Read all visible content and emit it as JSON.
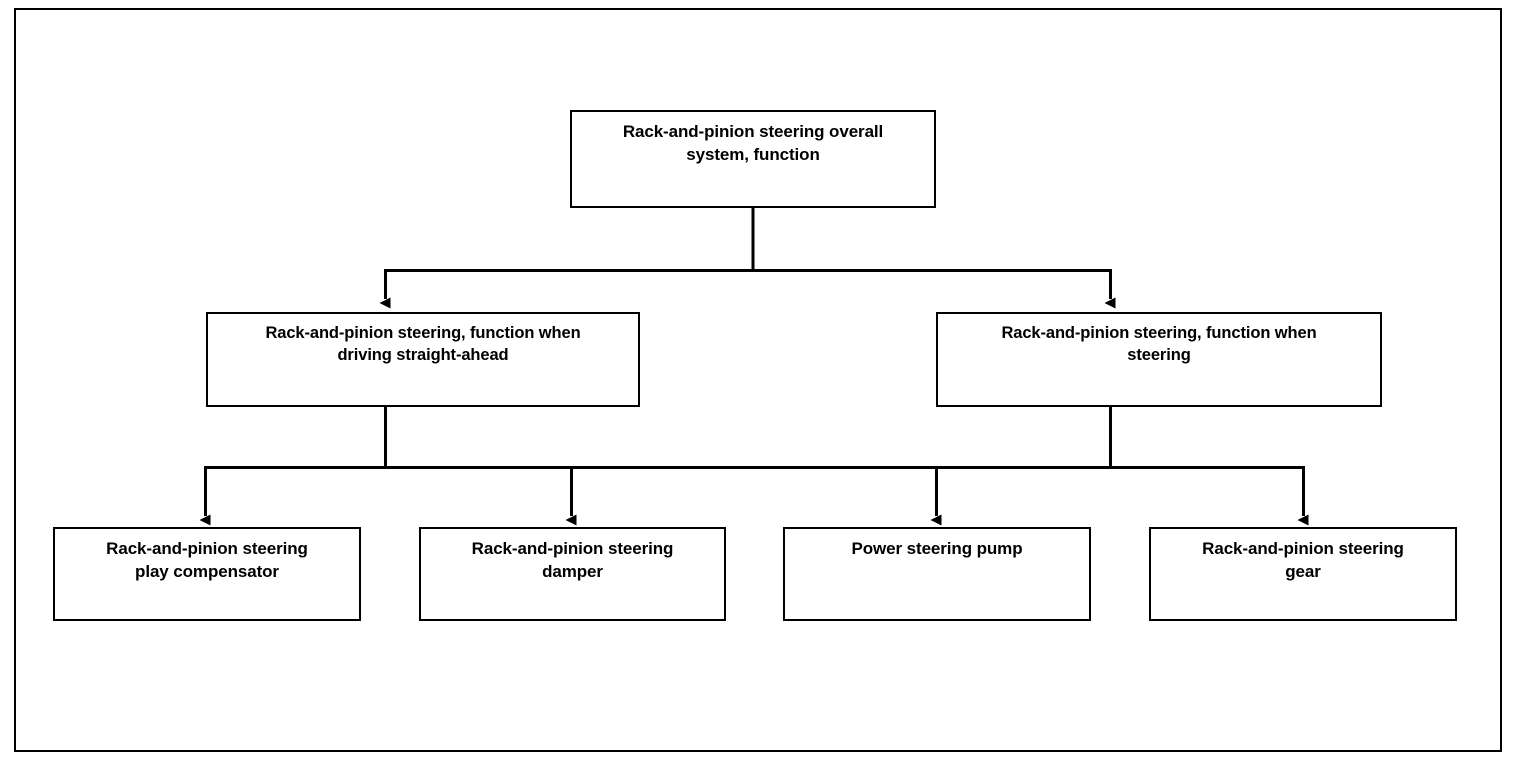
{
  "diagram": {
    "type": "hierarchy-tree",
    "title": "Rack-and-pinion steering overall system, function",
    "line_color": "#000000",
    "box_fill": "#ffffff",
    "box_border_color": "#000000",
    "frame_color": "#000000",
    "levels": [
      {
        "level": 1,
        "nodes": [
          {
            "id": "root",
            "label": "Rack-and-pinion steering overall\nsystem, function"
          }
        ]
      },
      {
        "level": 2,
        "nodes": [
          {
            "id": "straight",
            "label": "Rack-and-pinion steering, function when\ndriving straight-ahead"
          },
          {
            "id": "steering",
            "label": "Rack-and-pinion steering, function when\nsteering"
          }
        ]
      },
      {
        "level": 3,
        "nodes": [
          {
            "id": "play_compensator",
            "label": "Rack-and-pinion steering\nplay compensator"
          },
          {
            "id": "damper",
            "label": "Rack-and-pinion steering\ndamper"
          },
          {
            "id": "pump",
            "label": "Power steering pump"
          },
          {
            "id": "gear",
            "label": "Rack-and-pinion steering\ngear"
          }
        ]
      }
    ],
    "edges": [
      {
        "from": "root",
        "to": "straight",
        "arrow": true
      },
      {
        "from": "root",
        "to": "steering",
        "arrow": true
      },
      {
        "from": "straight",
        "to": "play_compensator",
        "arrow": true
      },
      {
        "from": "straight",
        "to": "damper",
        "arrow": true
      },
      {
        "from": "steering",
        "to": "pump",
        "arrow": true
      },
      {
        "from": "steering",
        "to": "gear",
        "arrow": true
      }
    ]
  }
}
